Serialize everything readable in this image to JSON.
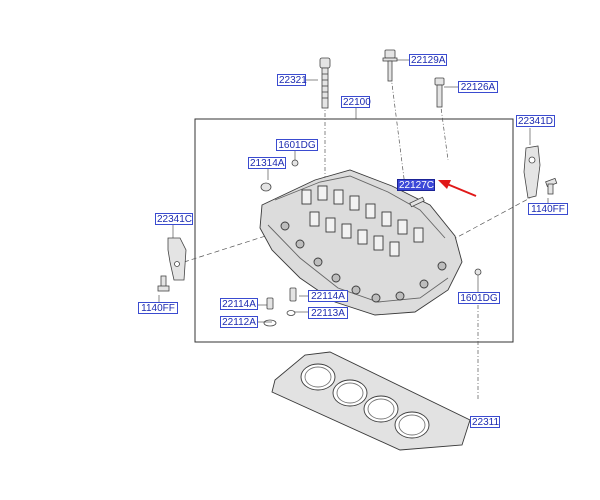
{
  "diagram": {
    "callouts": [
      {
        "id": "22321",
        "text": "22321"
      },
      {
        "id": "22100",
        "text": "22100"
      },
      {
        "id": "22129A",
        "text": "22129A"
      },
      {
        "id": "22126A",
        "text": "22126A"
      },
      {
        "id": "22341D-right",
        "text": "22341D"
      },
      {
        "id": "1601DG-top",
        "text": "1601DG"
      },
      {
        "id": "21314A",
        "text": "21314A"
      },
      {
        "id": "22127C",
        "text": "22127C",
        "highlighted": true
      },
      {
        "id": "1140FF-right",
        "text": "1140FF"
      },
      {
        "id": "22341C",
        "text": "22341C"
      },
      {
        "id": "1140FF-left",
        "text": "1140FF"
      },
      {
        "id": "22114A-left",
        "text": "22114A"
      },
      {
        "id": "22114A-right",
        "text": "22114A"
      },
      {
        "id": "22112A",
        "text": "22112A"
      },
      {
        "id": "22113A",
        "text": "22113A"
      },
      {
        "id": "1601DG-bottom",
        "text": "1601DG"
      },
      {
        "id": "22311",
        "text": "22311"
      }
    ],
    "colors": {
      "label_text": "#1d2bb0",
      "label_border": "#3a4bd0",
      "label_highlight_bg": "#3c48d8",
      "pointer_arrow": "#e01818",
      "line_art": "#444444"
    }
  }
}
